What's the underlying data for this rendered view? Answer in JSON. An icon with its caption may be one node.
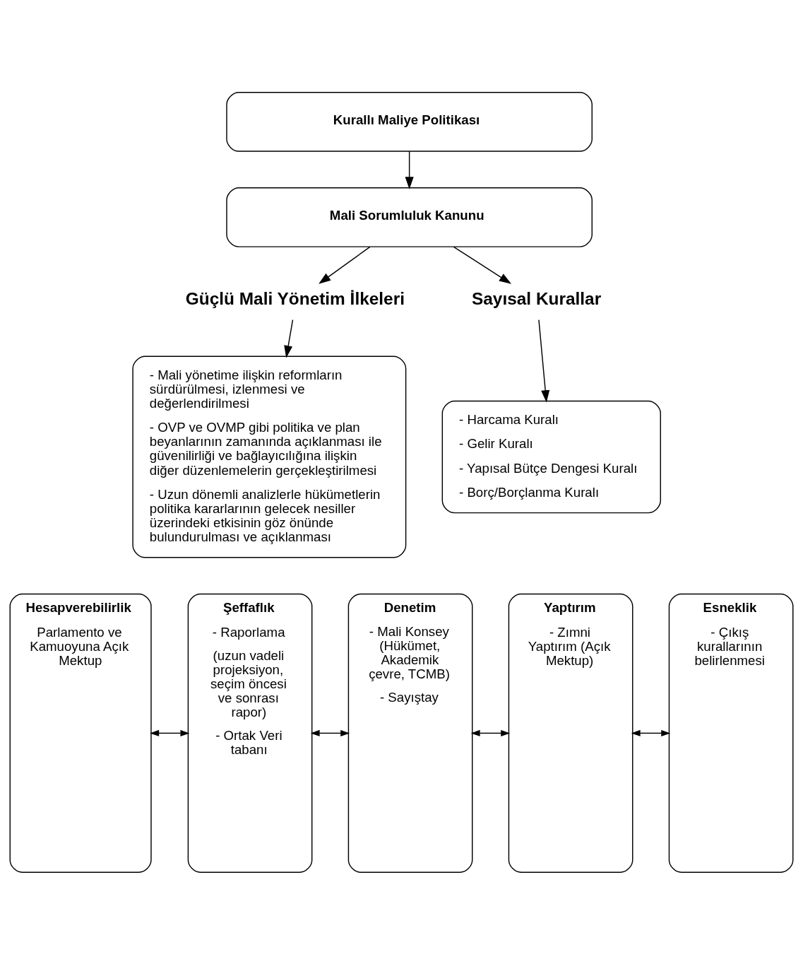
{
  "diagram": {
    "nodes": [
      {
        "text": [
          "Kurallı Maliye Politikası"
        ]
      },
      {
        "text": [
          "Mali Sorumluluk Kanunu"
        ]
      },
      {
        "text": [
          "Güçlü Mali Yönetim İlkeleri"
        ]
      },
      {
        "text": [
          "Sayısal Kurallar"
        ]
      },
      {
        "text": [
          "- Mali yönetime ilişkin reformların sürdürülmesi, izlenmesi ve değerlendirilmesi",
          "- OVP ve OVMP gibi politika ve plan beyanlarının zamanında açıklanması ile güvenilirliği ve bağlayıcılığına ilişkin diğer düzenlemelerin gerçekleştirilmesi",
          "- Uzun dönemli analizlerle hükümetlerin politika kararlarının gelecek nesiller üzerindeki etkisinin göz önünde bulundurulması ve açıklanması"
        ]
      },
      {
        "text": [
          "- Harcama Kuralı",
          "- Gelir Kuralı",
          "- Yapısal Bütçe Dengesi Kuralı",
          "- Borç/Borçlanma Kuralı"
        ]
      },
      {
        "text": [
          "Hesapverebilirlik",
          "Parlamento ve Kamuoyuna Açık Mektup"
        ]
      },
      {
        "text": [
          "Şeffaflık",
          "- Raporlama",
          "(uzun vadeli projeksiyon, seçim öncesi ve sonrası rapor)",
          "- Ortak Veri tabanı"
        ]
      },
      {
        "text": [
          "Denetim",
          "- Mali Konsey (Hükümet, Akademik çevre, TCMB)",
          "- Sayıştay"
        ]
      },
      {
        "text": [
          "Yaptırım",
          "- Zımni Yaptırım (Açık Mektup)"
        ]
      },
      {
        "text": [
          "Esneklik",
          "- Çıkış kurallarının belirlenmesi"
        ]
      }
    ],
    "edges": [
      {
        "from": 0,
        "to": 1,
        "arrow": "to"
      },
      {
        "from": 1,
        "to": 2,
        "arrow": "to"
      },
      {
        "from": 1,
        "to": 3,
        "arrow": "to"
      },
      {
        "from": 2,
        "to": 4,
        "arrow": "to"
      },
      {
        "from": 3,
        "to": 5,
        "arrow": "to"
      },
      {
        "from": 6,
        "to": 7,
        "arrow": "both"
      },
      {
        "from": 7,
        "to": 8,
        "arrow": "both"
      },
      {
        "from": 8,
        "to": 9,
        "arrow": "both"
      },
      {
        "from": 9,
        "to": 10,
        "arrow": "both"
      }
    ]
  }
}
